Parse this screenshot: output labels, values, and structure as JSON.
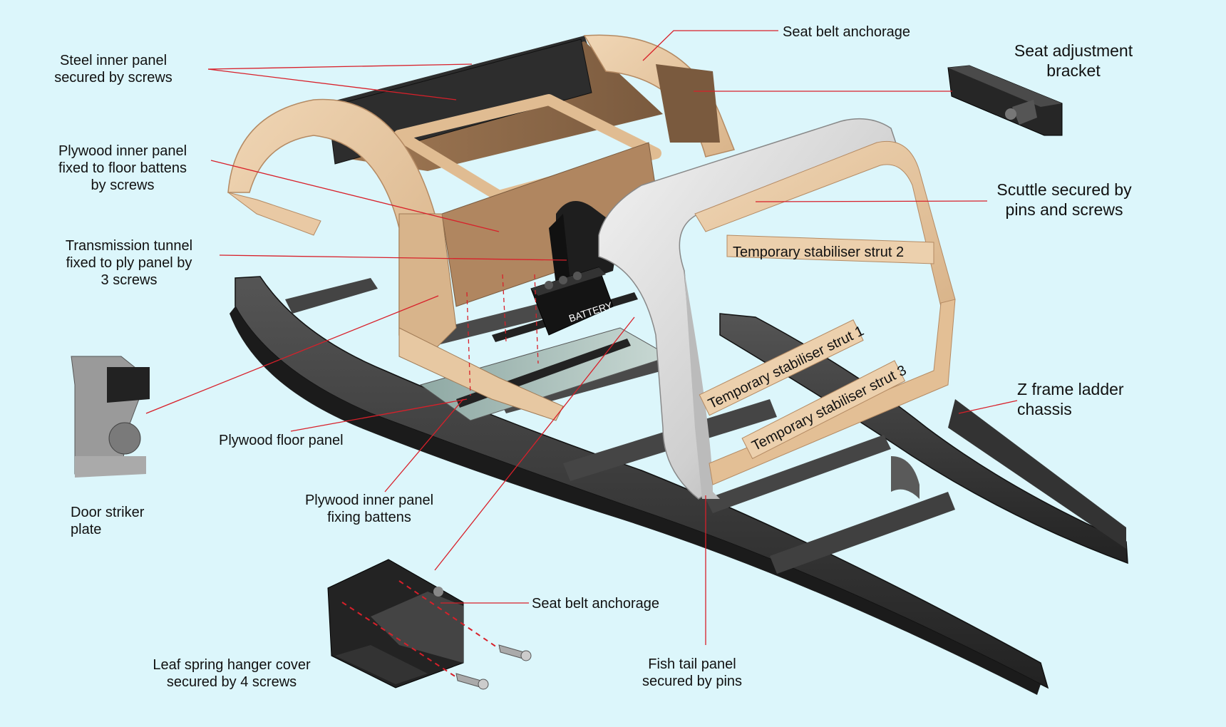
{
  "labels": {
    "seat_belt_anchorage_top": "Seat belt anchorage",
    "seat_adjustment_bracket": "Seat adjustment\nbracket",
    "steel_inner_panel": "Steel inner panel\nsecured  by screws",
    "plywood_inner_panel": "Plywood inner panel\nfixed to floor battens\nby screws",
    "transmission_tunnel": "Transmission tunnel\nfixed to ply panel by\n3 screws",
    "scuttle": "Scuttle secured by\npins and screws",
    "z_frame_chassis": "Z frame ladder\nchassis",
    "door_striker_plate": "Door striker\nplate",
    "plywood_floor_panel": "Plywood floor panel",
    "plywood_fixing_battens": "Plywood inner panel\nfixing battens",
    "seat_belt_anchorage_bottom": "Seat belt anchorage",
    "leaf_spring_hanger_cover": "Leaf spring hanger cover\nsecured by 4 screws",
    "fish_tail_panel": "Fish tail panel\nsecured by pins"
  },
  "struts": {
    "strut_1": "Temporary stabiliser strut 1",
    "strut_2": "Temporary stabiliser strut 2",
    "strut_3": "Temporary stabiliser strut 3"
  },
  "battery_label": "BATTERY",
  "colors": {
    "background": "#dcf6fb",
    "leader_line": "#d8202a",
    "plywood": "#e9c9a4",
    "steel_panel": "#2d2d2d",
    "chassis": "#3a3a3a",
    "aluminium": "#d9d9d9"
  }
}
